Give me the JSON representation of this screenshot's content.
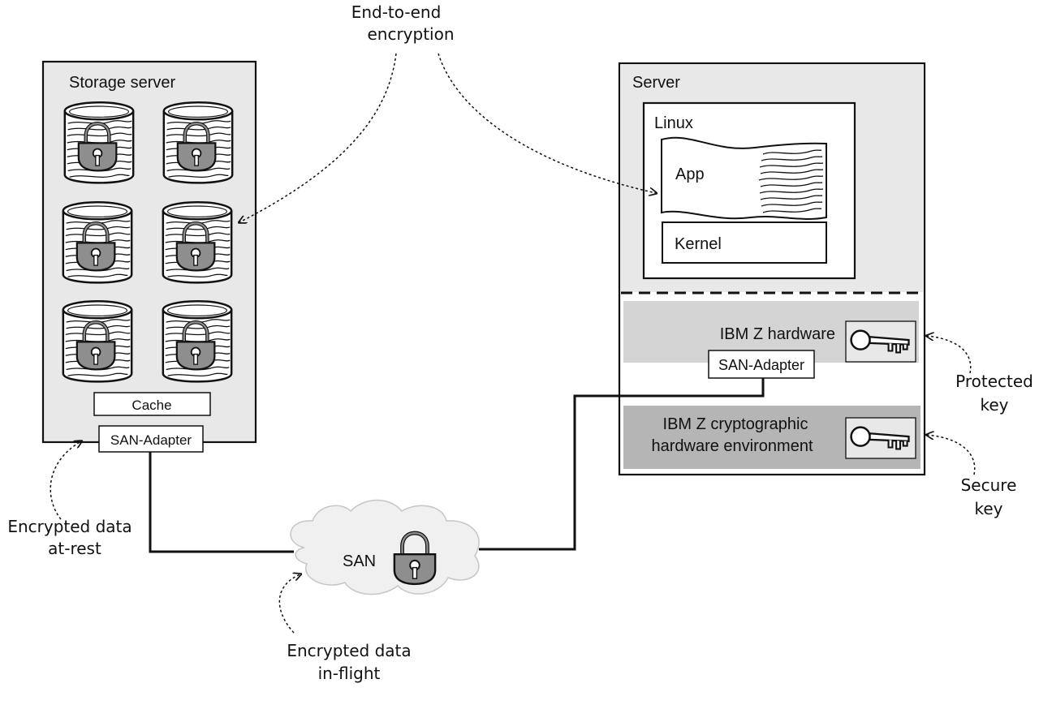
{
  "annotations": {
    "e2e_line1": "End-to-end",
    "e2e_line2": "encryption",
    "at_rest_line1": "Encrypted data",
    "at_rest_line2": "at-rest",
    "in_flight_line1": "Encrypted data",
    "in_flight_line2": "in-flight",
    "protected_line1": "Protected",
    "protected_line2": "key",
    "secure_line1": "Secure",
    "secure_line2": "key"
  },
  "storage": {
    "title": "Storage server",
    "cache": "Cache",
    "adapter": "SAN-Adapter"
  },
  "san": {
    "label": "SAN"
  },
  "server": {
    "title": "Server",
    "linux": "Linux",
    "app": "App",
    "kernel": "Kernel",
    "hw": "IBM Z hardware",
    "adapter": "SAN-Adapter",
    "crypto_line1": "IBM Z cryptographic",
    "crypto_line2": "hardware environment"
  },
  "icons": {
    "disk": "encrypted-disk-icon",
    "lock": "padlock-icon",
    "key": "key-icon",
    "cloud": "cloud-icon",
    "documents": "document-stack-icon"
  },
  "colors": {
    "panel_gray": "#e8e8e8",
    "hw_band": "#d4d4d4",
    "crypto_band": "#b5b5b5",
    "lock_gray": "#8e8e8e",
    "stroke": "#111111"
  }
}
